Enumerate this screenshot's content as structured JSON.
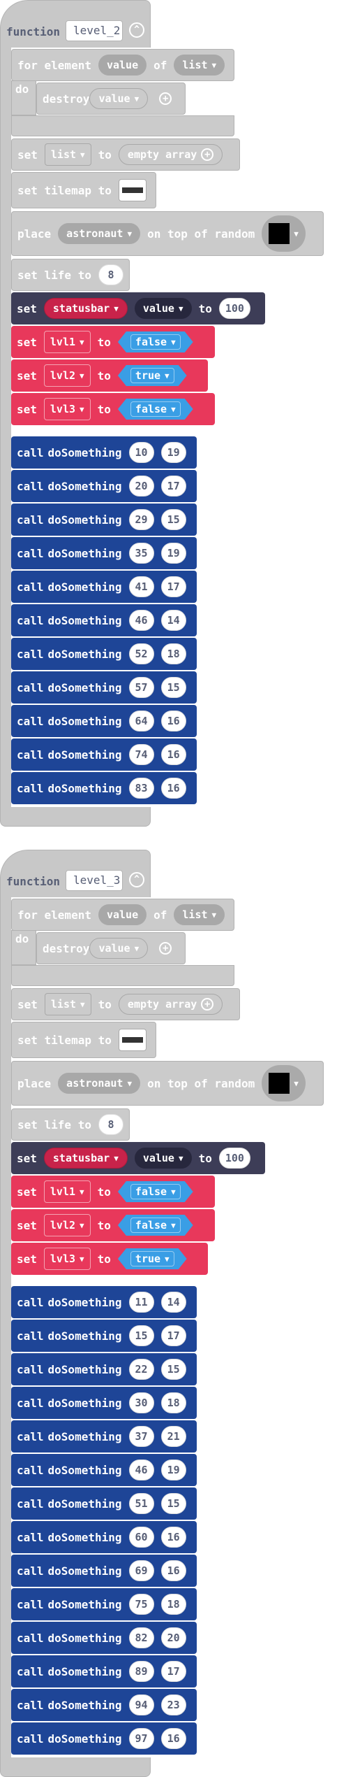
{
  "functions": [
    {
      "keyword": "function",
      "name": "level_2",
      "for_keyword": "for element",
      "for_var": "value",
      "for_of": "of",
      "for_list": "list",
      "do_keyword": "do",
      "destroy_keyword": "destroy",
      "destroy_var": "value",
      "set1_keyword": "set",
      "set1_var": "list",
      "set1_to": "to",
      "set1_value": "empty array",
      "tilemap_text": "set tilemap to",
      "place_keyword": "place",
      "place_sprite": "astronaut",
      "place_text": "on top of random",
      "life_text": "set life to",
      "life_value": "8",
      "status_set": "set",
      "status_var": "statusbar",
      "status_prop": "value",
      "status_to": "to",
      "status_value": "100",
      "flags": [
        {
          "set": "set",
          "var": "lvl1",
          "to": "to",
          "value": "false"
        },
        {
          "set": "set",
          "var": "lvl2",
          "to": "to",
          "value": "true"
        },
        {
          "set": "set",
          "var": "lvl3",
          "to": "to",
          "value": "false"
        }
      ],
      "calls": [
        {
          "call": "call",
          "name": "doSomething",
          "a": "10",
          "b": "19"
        },
        {
          "call": "call",
          "name": "doSomething",
          "a": "20",
          "b": "17"
        },
        {
          "call": "call",
          "name": "doSomething",
          "a": "29",
          "b": "15"
        },
        {
          "call": "call",
          "name": "doSomething",
          "a": "35",
          "b": "19"
        },
        {
          "call": "call",
          "name": "doSomething",
          "a": "41",
          "b": "17"
        },
        {
          "call": "call",
          "name": "doSomething",
          "a": "46",
          "b": "14"
        },
        {
          "call": "call",
          "name": "doSomething",
          "a": "52",
          "b": "18"
        },
        {
          "call": "call",
          "name": "doSomething",
          "a": "57",
          "b": "15"
        },
        {
          "call": "call",
          "name": "doSomething",
          "a": "64",
          "b": "16"
        },
        {
          "call": "call",
          "name": "doSomething",
          "a": "74",
          "b": "16"
        },
        {
          "call": "call",
          "name": "doSomething",
          "a": "83",
          "b": "16"
        }
      ]
    },
    {
      "keyword": "function",
      "name": "level_3",
      "for_keyword": "for element",
      "for_var": "value",
      "for_of": "of",
      "for_list": "list",
      "do_keyword": "do",
      "destroy_keyword": "destroy",
      "destroy_var": "value",
      "set1_keyword": "set",
      "set1_var": "list",
      "set1_to": "to",
      "set1_value": "empty array",
      "tilemap_text": "set tilemap to",
      "place_keyword": "place",
      "place_sprite": "astronaut",
      "place_text": "on top of random",
      "life_text": "set life to",
      "life_value": "8",
      "status_set": "set",
      "status_var": "statusbar",
      "status_prop": "value",
      "status_to": "to",
      "status_value": "100",
      "flags": [
        {
          "set": "set",
          "var": "lvl1",
          "to": "to",
          "value": "false"
        },
        {
          "set": "set",
          "var": "lvl2",
          "to": "to",
          "value": "false"
        },
        {
          "set": "set",
          "var": "lvl3",
          "to": "to",
          "value": "true"
        }
      ],
      "calls": [
        {
          "call": "call",
          "name": "doSomething",
          "a": "11",
          "b": "14"
        },
        {
          "call": "call",
          "name": "doSomething",
          "a": "15",
          "b": "17"
        },
        {
          "call": "call",
          "name": "doSomething",
          "a": "22",
          "b": "15"
        },
        {
          "call": "call",
          "name": "doSomething",
          "a": "30",
          "b": "18"
        },
        {
          "call": "call",
          "name": "doSomething",
          "a": "37",
          "b": "21"
        },
        {
          "call": "call",
          "name": "doSomething",
          "a": "46",
          "b": "19"
        },
        {
          "call": "call",
          "name": "doSomething",
          "a": "51",
          "b": "15"
        },
        {
          "call": "call",
          "name": "doSomething",
          "a": "60",
          "b": "16"
        },
        {
          "call": "call",
          "name": "doSomething",
          "a": "69",
          "b": "16"
        },
        {
          "call": "call",
          "name": "doSomething",
          "a": "75",
          "b": "18"
        },
        {
          "call": "call",
          "name": "doSomething",
          "a": "82",
          "b": "20"
        },
        {
          "call": "call",
          "name": "doSomething",
          "a": "89",
          "b": "17"
        },
        {
          "call": "call",
          "name": "doSomething",
          "a": "94",
          "b": "23"
        },
        {
          "call": "call",
          "name": "doSomething",
          "a": "97",
          "b": "16"
        }
      ]
    }
  ],
  "icons": {
    "collapse": "chevron-up-icon",
    "dropdown": "caret-down-icon",
    "add": "plus-icon"
  }
}
